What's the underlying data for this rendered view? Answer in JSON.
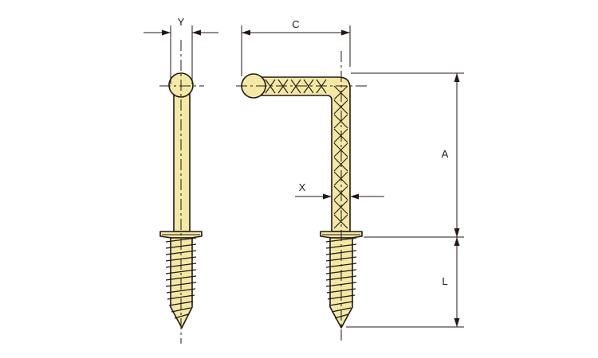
{
  "labels": {
    "y": "Y",
    "c": "C",
    "a": "A",
    "x": "X",
    "l": "L"
  },
  "colors": {
    "body_fill": "#f3e9a5",
    "line": "#231815"
  }
}
